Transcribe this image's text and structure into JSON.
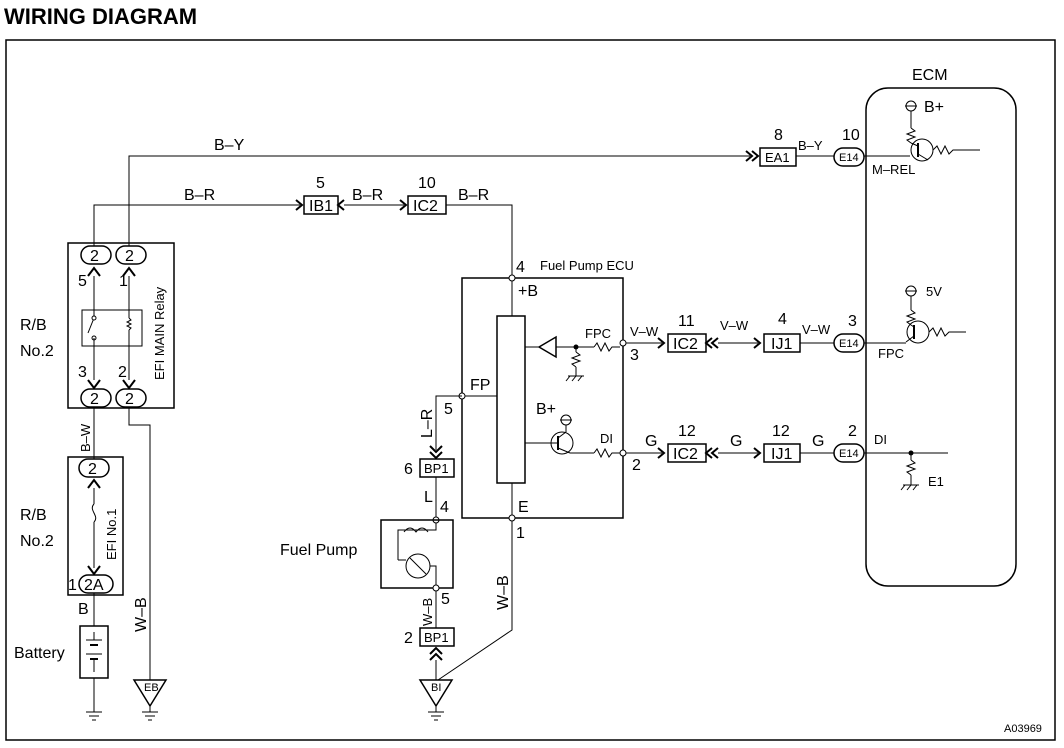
{
  "title": "WIRING DIAGRAM",
  "figure_id": "A03969",
  "ecm": {
    "label": "ECM",
    "b_plus": "B+",
    "five_v": "5V",
    "m_rel": "M–REL",
    "fpc": "FPC",
    "di": "DI",
    "e1": "E1"
  },
  "relay_box_1": {
    "label_line1": "R/B",
    "label_line2": "No.2",
    "relay_name": "EFI MAIN Relay",
    "pins": [
      "2",
      "2",
      "2",
      "2"
    ],
    "pin_nums": [
      "5",
      "1",
      "3",
      "2"
    ]
  },
  "relay_box_2": {
    "label_line1": "R/B",
    "label_line2": "No.2",
    "fuse_name": "EFI No.1",
    "pin_top": "2",
    "pin_bottom": "2A",
    "pin_bottom_num": "1"
  },
  "battery": {
    "label": "Battery",
    "wire": "B"
  },
  "grounds": {
    "eb": "EB",
    "bi": "BI"
  },
  "fuel_pump": {
    "label": "Fuel Pump",
    "pin_top": "4",
    "pin_bottom": "5"
  },
  "fuel_pump_ecu": {
    "label": "Fuel Pump ECU",
    "pin_4": "4",
    "plus_b": "+B",
    "fp": "FP",
    "pin_5": "5",
    "b_plus": "B+",
    "fpc": "FPC",
    "pin_3": "3",
    "di": "DI",
    "pin_2": "2",
    "e": "E",
    "pin_1": "1"
  },
  "connectors": {
    "ea1": {
      "name": "EA1",
      "pin": "8"
    },
    "e14_top": {
      "name": "E14",
      "pin": "10"
    },
    "ib1": {
      "name": "IB1",
      "pin": "5"
    },
    "ic2_top": {
      "name": "IC2",
      "pin": "10"
    },
    "ic2_fpc": {
      "name": "IC2",
      "pin": "11"
    },
    "ij1_fpc": {
      "name": "IJ1",
      "pin": "4"
    },
    "e14_fpc": {
      "name": "E14",
      "pin": "3"
    },
    "ic2_di": {
      "name": "IC2",
      "pin": "12"
    },
    "ij1_di": {
      "name": "IJ1",
      "pin": "12"
    },
    "e14_di": {
      "name": "E14",
      "pin": "2"
    },
    "bp1_top": {
      "name": "BP1",
      "pin": "6"
    },
    "bp1_bottom": {
      "name": "BP1",
      "pin": "2"
    }
  },
  "wires": {
    "b_y": "B–Y",
    "b_r": "B–R",
    "v_w": "V–W",
    "g": "G",
    "l_r": "L–R",
    "l": "L",
    "w_b": "W–B",
    "b_w": "B–W",
    "b": "B"
  }
}
